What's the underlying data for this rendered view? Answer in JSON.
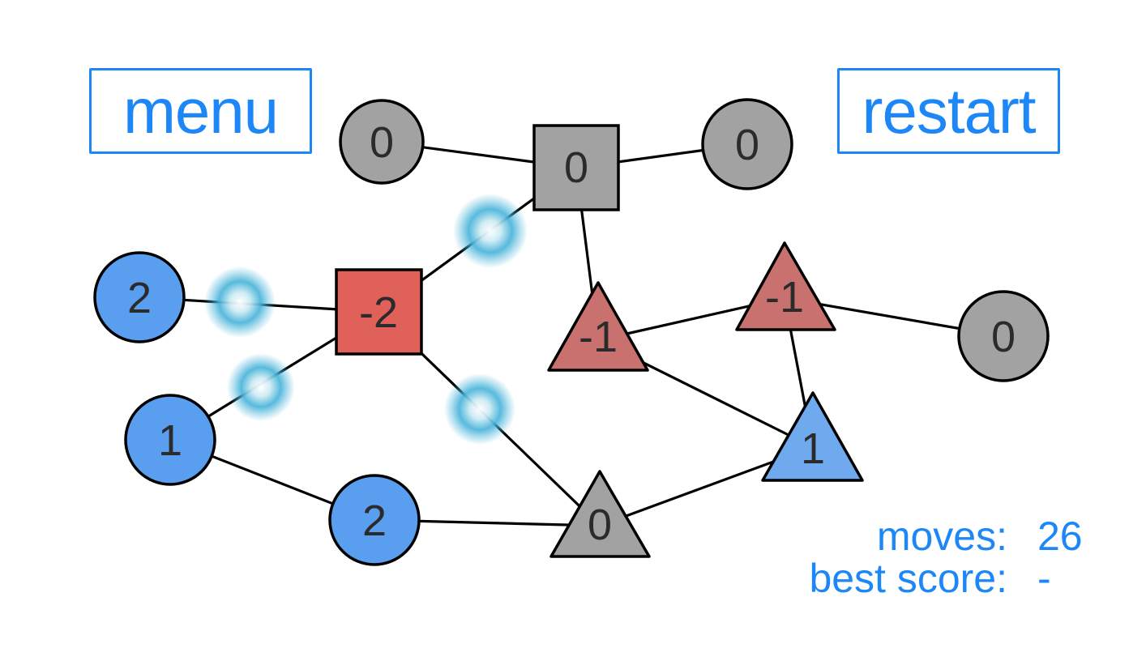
{
  "ui": {
    "menu_button": "menu",
    "restart_button": "restart",
    "hud": {
      "moves_label": "moves:",
      "moves_value": "26",
      "best_score_label": "best score:",
      "best_score_value": "-"
    }
  },
  "colors": {
    "accent_blue": "#1E87F7",
    "node_blue": "#5A9EEF",
    "node_red_square": "#E0605A",
    "node_red_triangle": "#C8716F",
    "node_gray": "#A2A2A2",
    "edge_black": "#000000",
    "glow_cyan": "#49B4DA"
  },
  "graph": {
    "nodes": [
      {
        "id": "gray-circle-top-left",
        "shape": "circle",
        "color": "gray",
        "value": "0"
      },
      {
        "id": "gray-square-top",
        "shape": "square",
        "color": "gray",
        "value": "0"
      },
      {
        "id": "gray-circle-top-right",
        "shape": "circle",
        "color": "gray",
        "value": "0"
      },
      {
        "id": "blue-circle-left",
        "shape": "circle",
        "color": "blue",
        "value": "2"
      },
      {
        "id": "red-square-mid",
        "shape": "square",
        "color": "red",
        "value": "-2"
      },
      {
        "id": "red-triangle-mid",
        "shape": "triangle",
        "color": "red",
        "value": "-1"
      },
      {
        "id": "red-triangle-right",
        "shape": "triangle",
        "color": "red",
        "value": "-1"
      },
      {
        "id": "gray-circle-right",
        "shape": "circle",
        "color": "gray",
        "value": "0"
      },
      {
        "id": "blue-circle-mid-left",
        "shape": "circle",
        "color": "blue",
        "value": "1"
      },
      {
        "id": "blue-triangle-right",
        "shape": "triangle",
        "color": "blue",
        "value": "1"
      },
      {
        "id": "blue-circle-bottom",
        "shape": "circle",
        "color": "blue",
        "value": "2"
      },
      {
        "id": "gray-triangle-bottom",
        "shape": "triangle",
        "color": "gray",
        "value": "0"
      }
    ],
    "edges": [
      {
        "from": "gray-circle-top-left",
        "to": "gray-square-top",
        "highlighted": false
      },
      {
        "from": "gray-square-top",
        "to": "gray-circle-top-right",
        "highlighted": false
      },
      {
        "from": "gray-square-top",
        "to": "red-square-mid",
        "highlighted": true
      },
      {
        "from": "gray-square-top",
        "to": "red-triangle-mid",
        "highlighted": false
      },
      {
        "from": "blue-circle-left",
        "to": "red-square-mid",
        "highlighted": true
      },
      {
        "from": "blue-circle-mid-left",
        "to": "red-square-mid",
        "highlighted": true
      },
      {
        "from": "red-square-mid",
        "to": "gray-triangle-bottom",
        "highlighted": true
      },
      {
        "from": "blue-circle-mid-left",
        "to": "blue-circle-bottom",
        "highlighted": false
      },
      {
        "from": "blue-circle-bottom",
        "to": "gray-triangle-bottom",
        "highlighted": false
      },
      {
        "from": "red-triangle-mid",
        "to": "red-triangle-right",
        "highlighted": false
      },
      {
        "from": "red-triangle-mid",
        "to": "blue-triangle-right",
        "highlighted": false
      },
      {
        "from": "red-triangle-right",
        "to": "blue-triangle-right",
        "highlighted": false
      },
      {
        "from": "red-triangle-right",
        "to": "gray-circle-right",
        "highlighted": false
      },
      {
        "from": "blue-triangle-right",
        "to": "gray-triangle-bottom",
        "highlighted": false
      }
    ]
  }
}
